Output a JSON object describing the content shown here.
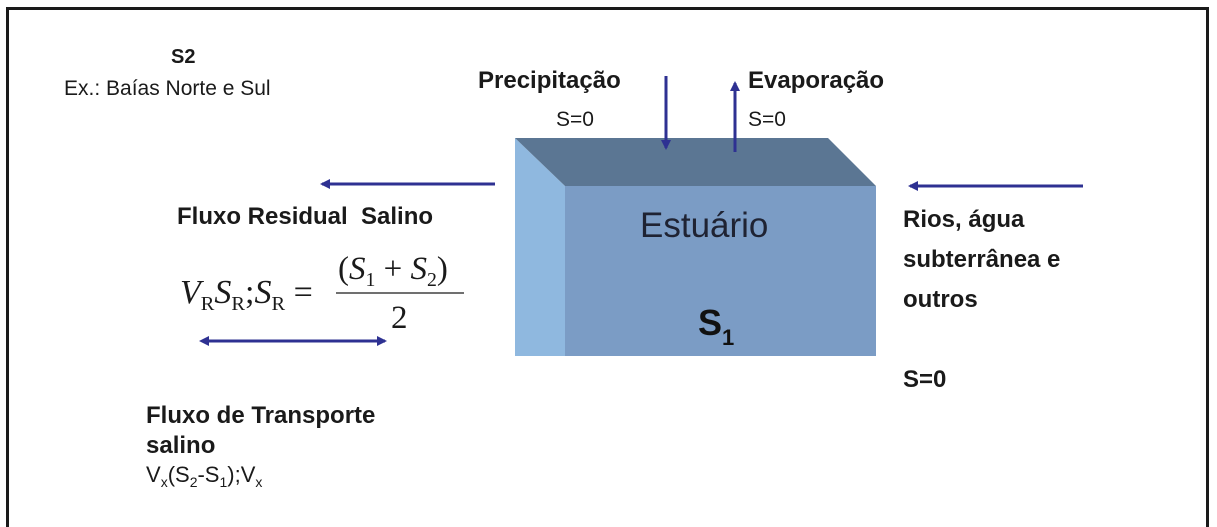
{
  "s2": {
    "title": "S2",
    "example": "Ex.: Baías Norte e Sul"
  },
  "precipitation": {
    "label": "Precipitação",
    "salinity": "S=0"
  },
  "evaporation": {
    "label": "Evaporação",
    "salinity": "S=0"
  },
  "estuary": {
    "label": "Estuário",
    "symbol": "S",
    "symbol_sub": "1",
    "colors": {
      "top": "#5b7693",
      "front": "#7b9cc5",
      "side": "#8fb8df"
    }
  },
  "residual": {
    "label": "Fluxo Residual  Salino",
    "formula": {
      "v": "V",
      "r1": "R",
      "s": "S",
      "r2": "R",
      "sep": ";",
      "s3": "S",
      "r3": "R",
      "eq": "=",
      "num": {
        "open": "(",
        "s1": "S",
        "one": "1",
        "plus": "+",
        "s2": "S",
        "two": "2",
        "close": ")"
      },
      "den": "2"
    }
  },
  "rivers": {
    "line1": "Rios, água",
    "line2": "subterrânea e",
    "line3": "outros",
    "salinity": "S=0"
  },
  "transport": {
    "line1": "Fluxo de Transporte",
    "line2": "salino",
    "formula": {
      "a": "V",
      "b": "x",
      "c": "(S",
      "d": "2",
      "e": "-S",
      "f": "1",
      "g": ");V",
      "h": "x"
    }
  },
  "arrow_color": "#2e3192"
}
